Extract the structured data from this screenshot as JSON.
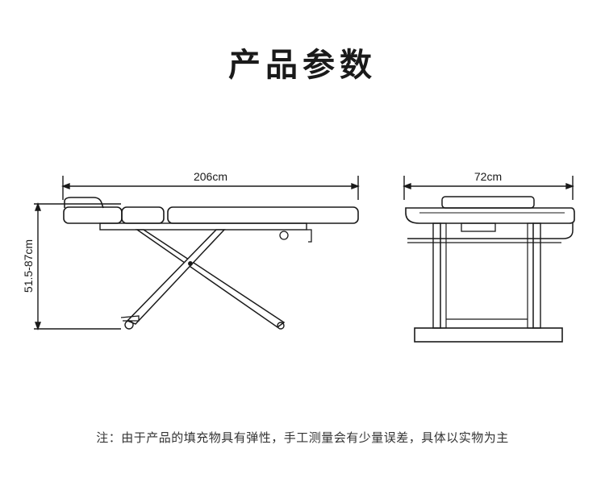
{
  "title": "产品参数",
  "note": "注：由于产品的填充物具有弹性，手工测量会有少量误差，具体以实物为主",
  "dimensions": {
    "length": "206cm",
    "width": "72cm",
    "height": "51.5-87cm"
  },
  "colors": {
    "line": "#1a1a1a",
    "background": "#ffffff"
  }
}
